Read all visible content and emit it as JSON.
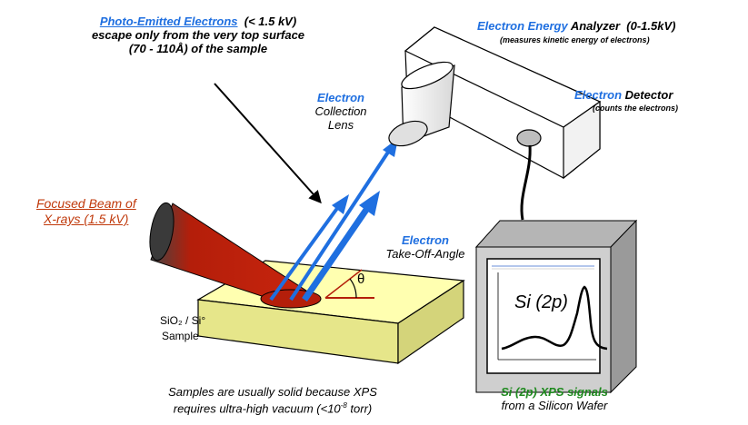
{
  "photo": {
    "title": "Photo-Emitted Electrons",
    "voltage": "(< 1.5 kV)",
    "line2": "escape only from the very top surface",
    "line3": "(70 - 110Å) of the sample"
  },
  "analyzer": {
    "word1": "Electron Energy",
    "word2": "Analyzer",
    "range": "(0-1.5kV)",
    "note": "(measures kinetic energy of electrons)"
  },
  "detector": {
    "word1": "Electron",
    "word2": "Detector",
    "note": "(counts the electrons)"
  },
  "lens": {
    "line1": "Electron",
    "line2": "Collection",
    "line3": "Lens"
  },
  "beam": {
    "line1": "Focused Beam of",
    "line2": "X-rays (1.5 kV)"
  },
  "takeoff": {
    "line1": "Electron",
    "line2": "Take-Off-Angle",
    "theta": "θ"
  },
  "sample": {
    "material": "SiO₂ / Si°",
    "label": "Sample"
  },
  "monitor": {
    "spectrum_label": "Si (2p)"
  },
  "footer_left": {
    "line1": "Samples are usually solid because XPS",
    "line2_pre": "requires ultra-high vacuum (<10",
    "line2_sup": "-8",
    "line2_post": " torr)"
  },
  "footer_right": {
    "line1": "Si (2p) XPS signals",
    "line2": "from a Silicon Wafer"
  },
  "colors": {
    "xray_beam": "#b41e0a",
    "electron_arrows": "#1f6fe0",
    "sample_top": "#ffffb0",
    "sample_side": "#e6e68a",
    "monitor_front": "#cfcfcf",
    "monitor_side": "#9a9a9a",
    "analyzer_body": "#ffffff"
  }
}
